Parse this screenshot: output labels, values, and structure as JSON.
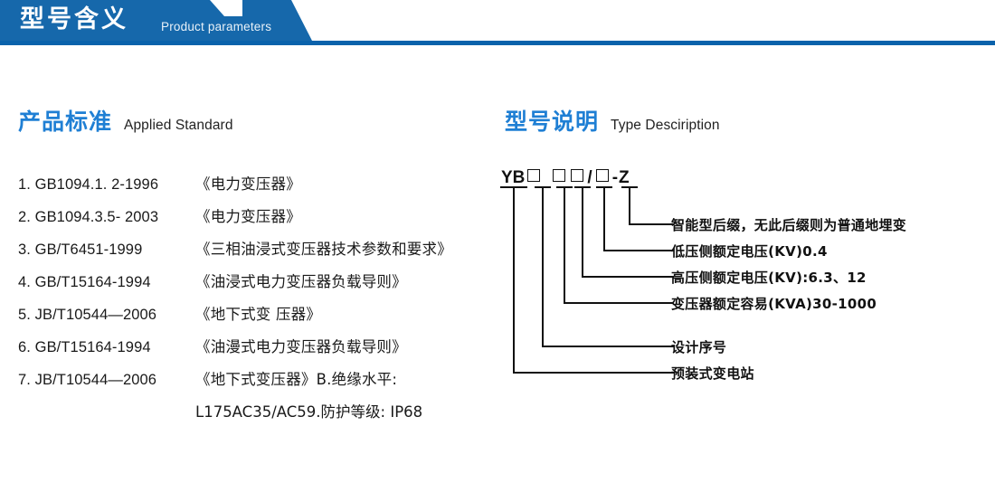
{
  "header": {
    "title_cn": "型号含义",
    "title_en": "Product parameters",
    "accent_color": "#1668ab",
    "rule_color": "#0a62ab"
  },
  "sections": {
    "standard": {
      "heading_cn": "产品标准",
      "heading_en": "Applied Standard",
      "heading_color": "#1f7fd4"
    },
    "type": {
      "heading_cn": "型号说明",
      "heading_en": "Type Desciription",
      "heading_color": "#1f7fd4"
    }
  },
  "standards": [
    {
      "code": "1. GB1094.1. 2-1996",
      "name": "《电力变压器》"
    },
    {
      "code": "2. GB1094.3.5- 2003",
      "name": "《电力变压器》"
    },
    {
      "code": "3. GB/T6451-1999",
      "name": "《三相油浸式变压器技术参数和要求》"
    },
    {
      "code": "4. GB/T15164-1994",
      "name": "《油浸式电力变压器负载导则》"
    },
    {
      "code": "5. JB/T10544—2006",
      "name": "《地下式变 压器》"
    },
    {
      "code": "6. GB/T15164-1994",
      "name": "《油漫式电力变压器负载导则》"
    },
    {
      "code": "7. JB/T10544—2006",
      "name": "《地下式变压器》B.绝缘水平:"
    }
  ],
  "standards_continuation": "L175AC35/AC59.防护等级: IP68",
  "type_code": {
    "prefix": "YB",
    "separator": "/",
    "dash": "-",
    "suffix": "Z",
    "boxes": [
      "box",
      "box",
      "box",
      "box"
    ],
    "display": "YB □ □□/□ - Z"
  },
  "annotations": [
    {
      "label": "智能型后缀，无此后缀则为普通地埋变"
    },
    {
      "label": "低压侧额定电压(KV)0.4"
    },
    {
      "label": "高压侧额定电压(KV):6.3、12"
    },
    {
      "label": "变压器额定容易(KVA)30-1000"
    },
    {
      "label": "设计序号"
    },
    {
      "label": "预装式变电站"
    }
  ]
}
